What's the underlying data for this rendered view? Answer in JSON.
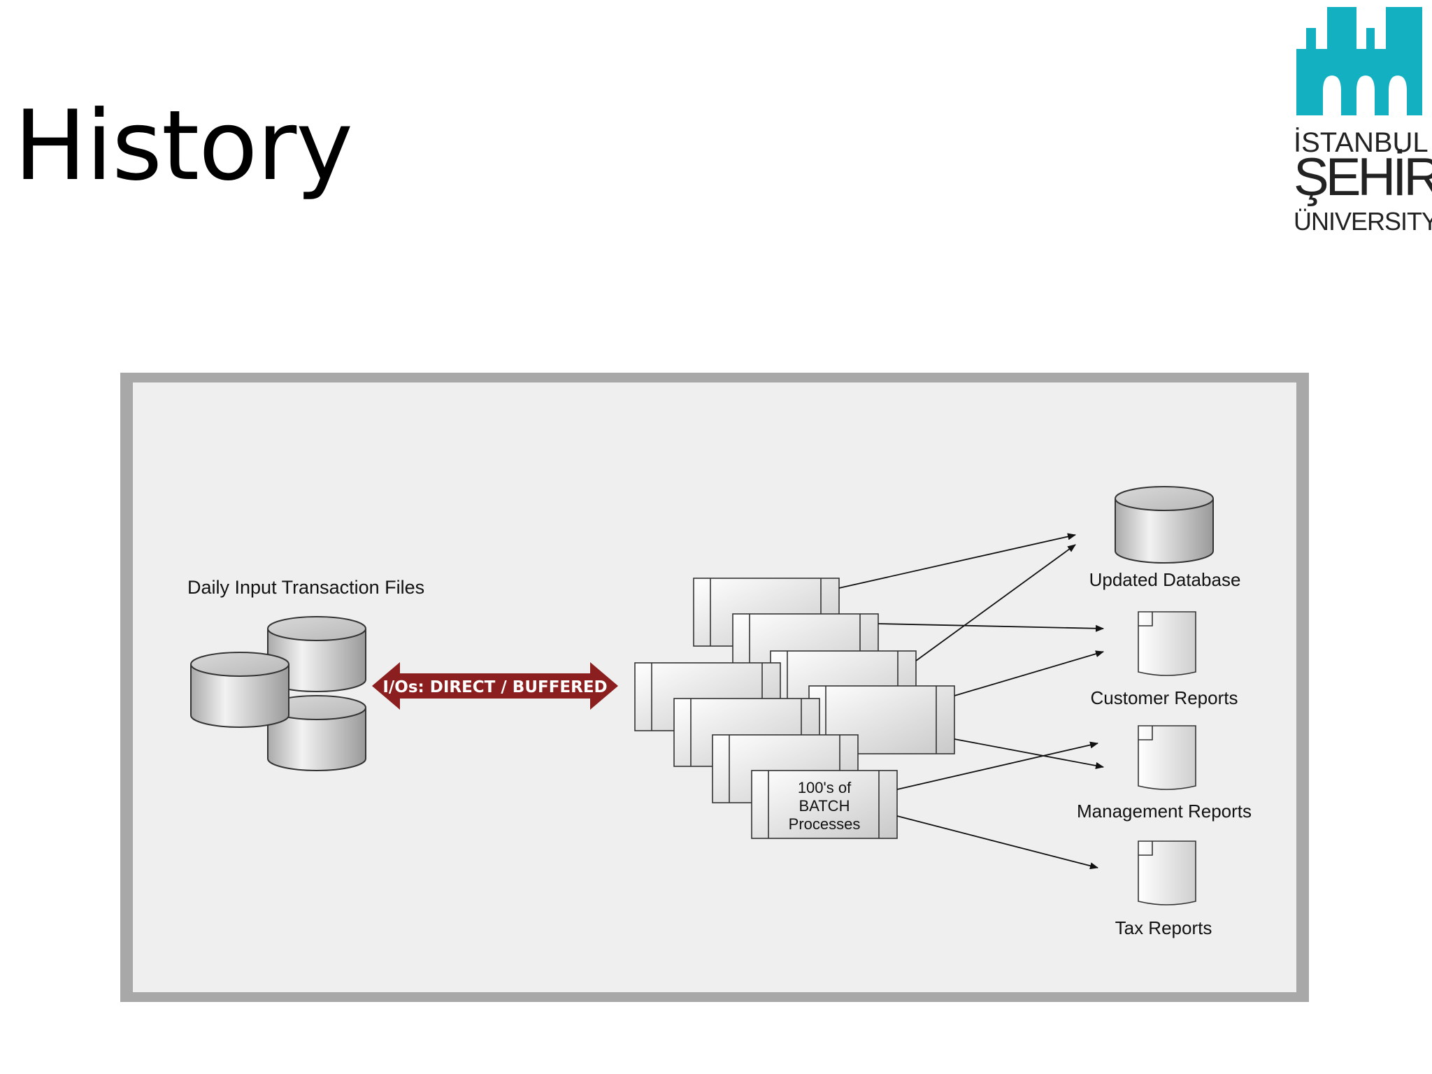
{
  "slide": {
    "title": "History"
  },
  "logo": {
    "line1": "İSTANBUL",
    "line2": "ŞEHİR",
    "line3": "ÜNIVERSITY",
    "color": "#12b0c1"
  },
  "diagram": {
    "input_label": "Daily Input Transaction Files",
    "io_arrow_label": "I/Os: DIRECT / BUFFERED",
    "io_arrow_color": "#8b1e1e",
    "batch_label": [
      "100's of",
      "BATCH",
      "Processes"
    ],
    "outputs": {
      "database": "Updated Database",
      "customer_reports": "Customer Reports",
      "management_reports": "Management Reports",
      "tax_reports": "Tax Reports"
    }
  }
}
